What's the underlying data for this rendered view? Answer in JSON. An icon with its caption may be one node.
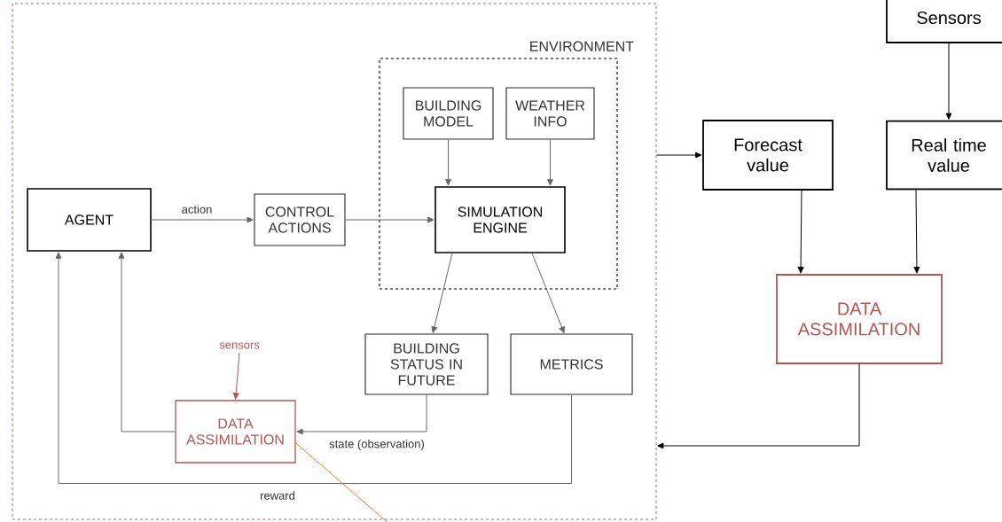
{
  "diagram": {
    "nodes": [
      {
        "text": [],
        "shape": "box"
      },
      {
        "text": [
          "ENVIRONMENT"
        ],
        "in": 0
      },
      {
        "text": [
          "BUILDING MODEL"
        ],
        "in": 1
      },
      {
        "text": [
          "WEATHER INFO"
        ],
        "in": 1
      },
      {
        "text": [
          "SIMULATION ENGINE"
        ],
        "in": 1
      },
      {
        "text": [
          "AGENT"
        ],
        "in": 0
      },
      {
        "text": [
          "CONTROL ACTIONS"
        ],
        "in": 0
      },
      {
        "text": [
          "BUILDING STATUS IN FUTURE"
        ],
        "in": 0
      },
      {
        "text": [
          "METRICS"
        ],
        "in": 0
      },
      {
        "text": [
          "sensors"
        ],
        "in": 0
      },
      {
        "text": [
          "DATA ASSIMILATION"
        ],
        "in": 0
      },
      {
        "text": [
          "Sensors"
        ]
      },
      {
        "text": [
          "Forecast value"
        ]
      },
      {
        "text": [
          "Real time value"
        ]
      },
      {
        "text": [
          "DATA ASSIMILATION"
        ]
      }
    ],
    "edges": [
      {
        "from": 5,
        "to": 6,
        "arrow": "to",
        "label": "action"
      },
      {
        "from": 6,
        "to": 4,
        "arrow": "to"
      },
      {
        "from": 2,
        "to": 4,
        "arrow": "to"
      },
      {
        "from": 3,
        "to": 4,
        "arrow": "to"
      },
      {
        "from": 4,
        "to": 7,
        "arrow": "to"
      },
      {
        "from": 4,
        "to": 8,
        "arrow": "to"
      },
      {
        "from": 7,
        "to": 10,
        "arrow": "to",
        "label": "state (observation)"
      },
      {
        "from": 10,
        "to": 5,
        "arrow": "to"
      },
      {
        "from": 8,
        "to": 5,
        "arrow": "to",
        "label": "reward"
      },
      {
        "from": 9,
        "to": 10,
        "arrow": "to",
        "color": "#b85450"
      },
      {
        "from": 0,
        "to": 12,
        "arrow": "to",
        "color": "#000000"
      },
      {
        "from": 11,
        "to": 13,
        "arrow": "to",
        "color": "#000000"
      },
      {
        "from": 12,
        "to": 14,
        "arrow": "to",
        "color": "#000000"
      },
      {
        "from": 13,
        "to": 14,
        "arrow": "to",
        "color": "#000000"
      },
      {
        "from": 14,
        "to": 0,
        "arrow": "to",
        "color": "#000000"
      },
      {
        "from": 10,
        "to": null,
        "arrow": "none",
        "color": "#f07f2a"
      }
    ]
  }
}
